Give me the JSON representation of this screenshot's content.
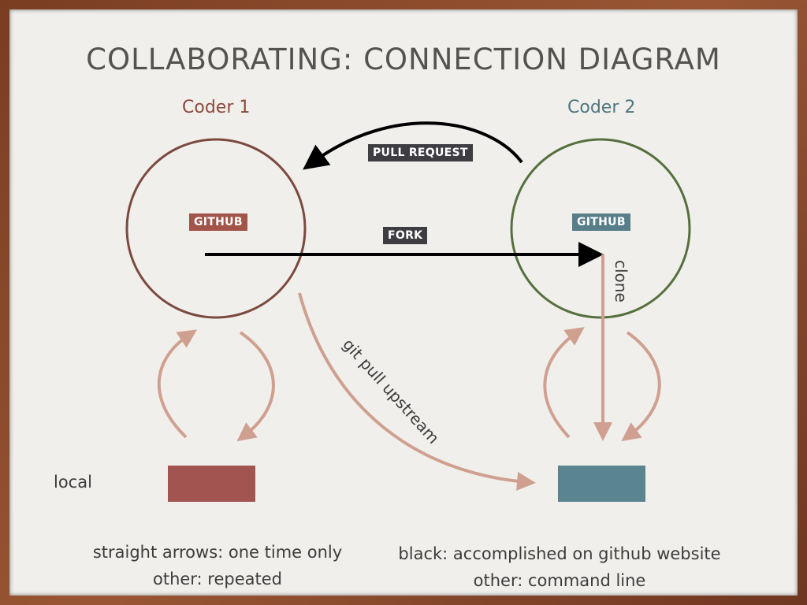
{
  "title": "COLLABORATING: CONNECTION DIAGRAM",
  "coders": {
    "coder1": "Coder 1",
    "coder2": "Coder 2"
  },
  "tags": {
    "github1": "GITHUB",
    "github2": "GITHUB",
    "pull_request": "PULL REQUEST",
    "fork": "FORK"
  },
  "labels": {
    "clone": "clone",
    "git_pull_upstream": "git pull upstream",
    "local": "local"
  },
  "notes": {
    "left_line1": "straight arrows: one time only",
    "left_line2": "other: repeated",
    "right_line1": "black: accomplished on github website",
    "right_line2": "other: command line"
  },
  "colors": {
    "coder1": "#8a4a3c",
    "coder2": "#4e7680",
    "circle1": "#7b4a3f",
    "circle2": "#55703e",
    "arrow_black": "#000000",
    "arrow_pink": "#cfa090"
  }
}
